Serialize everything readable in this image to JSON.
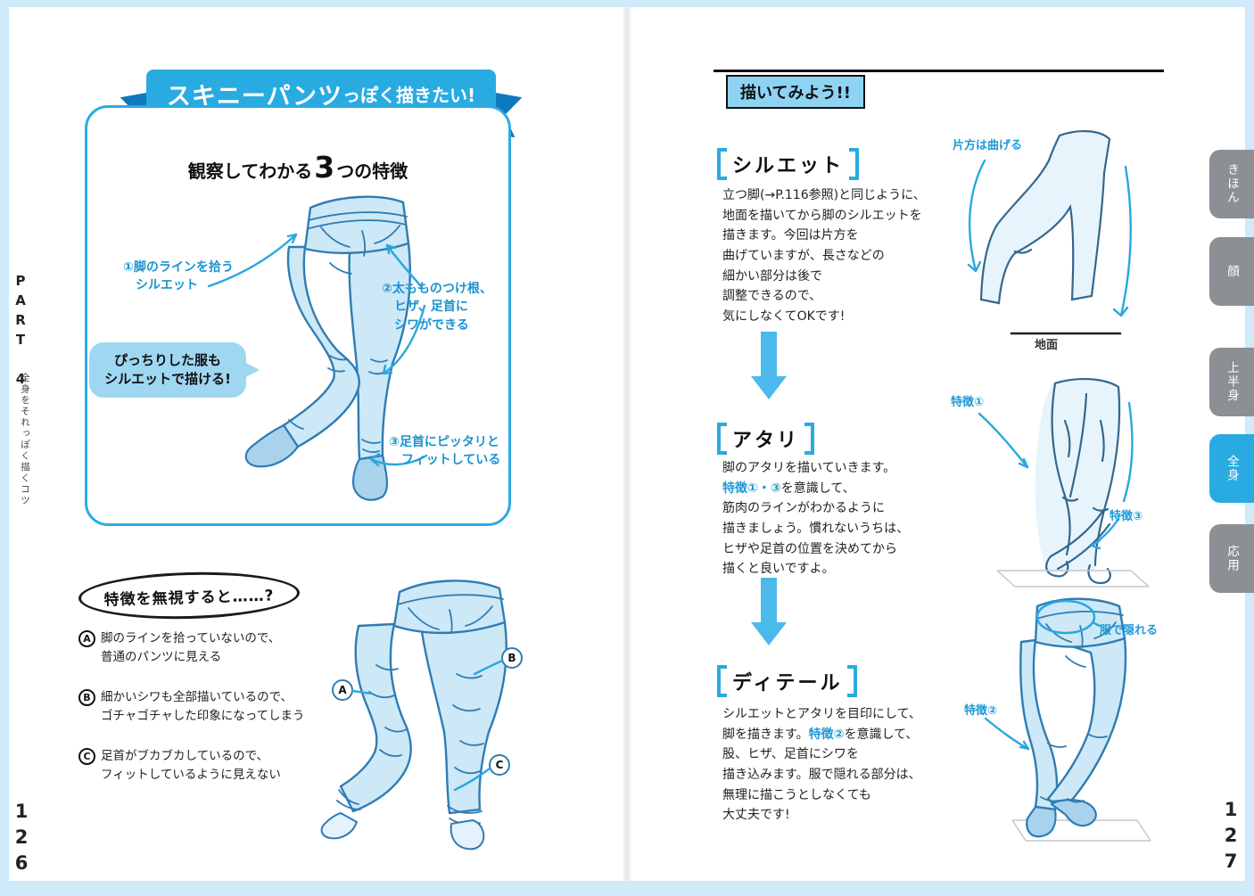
{
  "colors": {
    "frame": "#cfeaf8",
    "accent": "#29abe2",
    "accent_dark": "#0f79bd",
    "highlight_text": "#1e9ad6",
    "sketch_stroke": "#2f7cb3",
    "sketch_fill": "#cde8f7",
    "tab_gray": "#8b9095"
  },
  "left_page": {
    "ribbon": [
      {
        "t": "スキニーパンツ",
        "c": "ribbon-big"
      },
      {
        "t": "っぽく描きたい!",
        "c": "ribbon-small"
      }
    ],
    "panel_heading": [
      {
        "t": "観察してわかる"
      },
      {
        "t": "3",
        "c": "big-digit"
      },
      {
        "t": "つの特徴"
      }
    ],
    "feature1": "①脚のラインを拾う\n　シルエット",
    "feature2": "②太もものつけ根、\n　ヒザ、足首に\n　シワができる",
    "feature3": "③足首にピッタリと\n　フィットしている",
    "bubble_text": "ぴっちりした服も\nシルエットで描ける!",
    "ignore_title": "特徴を無視すると……?",
    "ignore_items": [
      {
        "mark": "A",
        "text": "脚のラインを拾っていないので、\n普通のパンツに見える"
      },
      {
        "mark": "B",
        "text": "細かいシワも全部描いているので、\nゴチャゴチャした印象になってしまう"
      },
      {
        "mark": "C",
        "text": "足首がブカブカしているので、\nフィットしているように見えない"
      }
    ],
    "sidebar_part": "PART 4",
    "sidebar_subtitle": "全身をそれっぽく描くコツ",
    "page_number": "126"
  },
  "right_page": {
    "header_label": "描いてみよう!!",
    "sections": [
      {
        "title": "シルエット",
        "body": [
          {
            "t": "立つ脚(→P.116参照)と同じように、\n地面を描いてから脚のシルエットを\n描きます。今回は片方を\n曲げていますが、長さなどの\n細かい部分は後で\n調整できるので、\n気にしなくてOKです!"
          }
        ],
        "ann1": "片方は曲げる",
        "ann2": "地面"
      },
      {
        "title": "アタリ",
        "body": [
          {
            "t": "脚のアタリを描いていきます。\n"
          },
          {
            "t": "特徴①・③",
            "c": "hl"
          },
          {
            "t": "を意識して、\n筋肉のラインがわかるように\n描きましょう。慣れないうちは、\nヒザや足首の位置を決めてから\n描くと良いですよ。"
          }
        ],
        "ann1": "特徴①",
        "ann2": "特徴③"
      },
      {
        "title": "ディテール",
        "body": [
          {
            "t": "シルエットとアタリを目印にして、\n脚を描きます。"
          },
          {
            "t": "特徴②",
            "c": "hl"
          },
          {
            "t": "を意識して、\n股、ヒザ、足首にシワを\n描き込みます。服で隠れる部分は、\n無理に描こうとしなくても\n大丈夫です!"
          }
        ],
        "ann1": "服で隠れる",
        "ann2": "特徴②"
      }
    ],
    "tabs": [
      {
        "label": "きほん",
        "active": false
      },
      {
        "label": "顔",
        "active": false
      },
      {
        "label": "上半身",
        "active": false
      },
      {
        "label": "全身",
        "active": true
      },
      {
        "label": "応用",
        "active": false
      }
    ],
    "page_number": "127"
  }
}
